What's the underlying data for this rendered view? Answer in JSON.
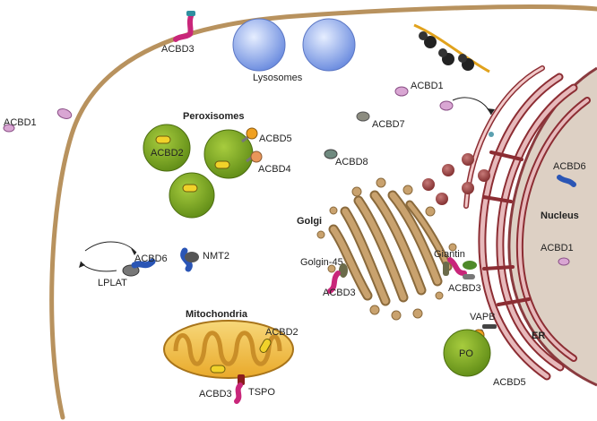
{
  "labels": {
    "acbd3_top": "ACBD3",
    "lysosomes": "Lysosomes",
    "acbd1_left": "ACBD1",
    "peroxisomes": "Peroxisomes",
    "acbd2_perox": "ACBD2",
    "acbd5_perox": "ACBD5",
    "acbd4": "ACBD4",
    "acbd1_mid": "ACBD1",
    "acbd7": "ACBD7",
    "acbd8": "ACBD8",
    "acbd6_nuc": "ACBD6",
    "nucleus": "Nucleus",
    "acbd1_nuc": "ACBD1",
    "golgi": "Golgi",
    "giantin": "Giantin",
    "golgin45": "Golgin-45",
    "acbd3_golgi_left": "ACBD3",
    "acbd3_golgi_right": "ACBD3",
    "lplat": "LPLAT",
    "acbd6_cyto": "ACBD6",
    "nmt2": "NMT2",
    "mitochondria": "Mitochondria",
    "acbd2_mito": "ACBD2",
    "acbd3_mito": "ACBD3",
    "tspo": "TSPO",
    "vapb": "VAPB",
    "er": "ER",
    "po": "PO",
    "acbd5_po": "ACBD5"
  },
  "colors": {
    "membrane": "#b8925e",
    "lysosome": "#7f9ee8",
    "peroxisome": "#7aa31f",
    "mito_outer": "#f2c240",
    "er": "#8c2d33",
    "nucleus": "#ddd0c4",
    "golgi": "#c9a26e",
    "acbd_pink": "#c9267a",
    "acbd_blue": "#2a55b5"
  }
}
